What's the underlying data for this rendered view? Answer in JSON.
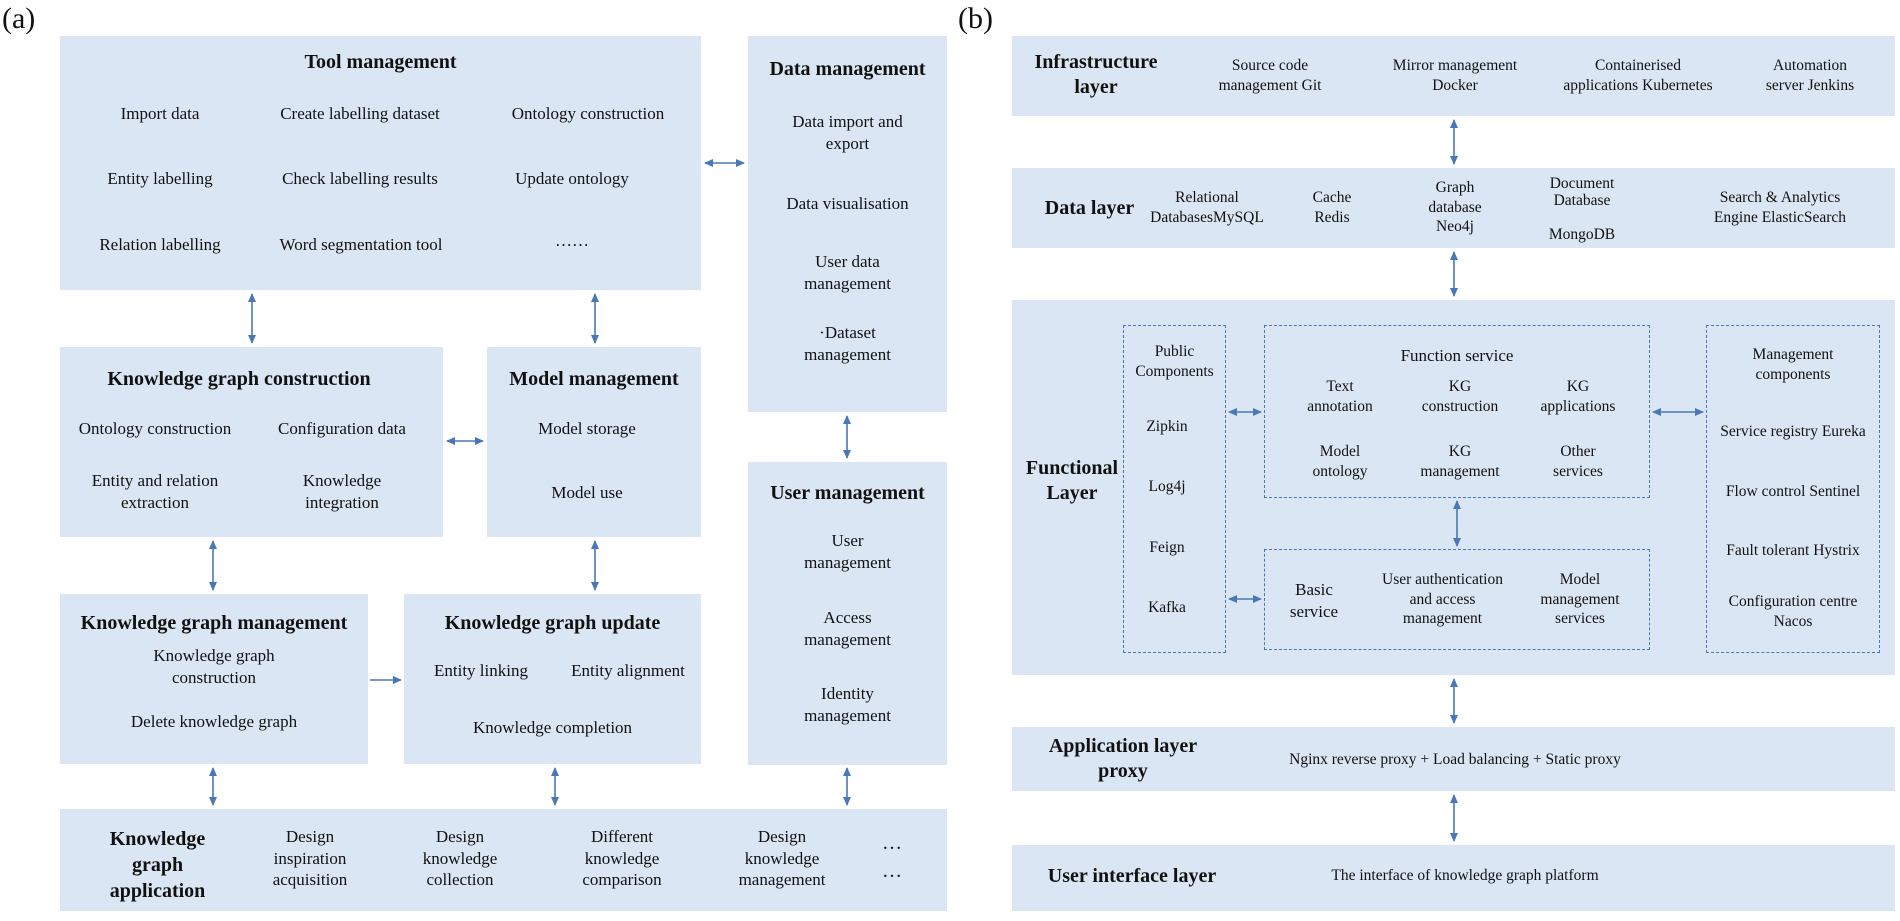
{
  "panel_a": {
    "label": "(a)",
    "tool_management": {
      "title": "Tool management",
      "items": [
        "Import data",
        "Create labelling dataset",
        "Ontology construction",
        "Entity labelling",
        "Check labelling results",
        "Update ontology",
        "Relation labelling",
        "Word segmentation tool",
        "……"
      ]
    },
    "data_management": {
      "title": "Data management",
      "items": [
        "Data import and\nexport",
        "Data visualisation",
        "User data\nmanagement",
        "·Dataset\nmanagement"
      ]
    },
    "kg_construction": {
      "title": "Knowledge graph construction",
      "items": [
        "Ontology construction",
        "Configuration data",
        "Entity and relation\nextraction",
        "Knowledge\nintegration"
      ]
    },
    "model_management": {
      "title": "Model management",
      "items": [
        "Model storage",
        "Model use"
      ]
    },
    "user_management": {
      "title": "User management",
      "items": [
        "User\nmanagement",
        "Access\nmanagement",
        "Identity\nmanagement"
      ]
    },
    "kg_management": {
      "title": "Knowledge graph management",
      "items": [
        "Knowledge graph\nconstruction",
        "Delete knowledge graph"
      ]
    },
    "kg_update": {
      "title": "Knowledge graph update",
      "items": [
        "Entity linking",
        "Entity alignment",
        "Knowledge completion"
      ]
    },
    "kg_application": {
      "title": "Knowledge\ngraph\napplication",
      "items": [
        "Design\ninspiration\nacquisition",
        "Design\nknowledge\ncollection",
        "Different\nknowledge\ncomparison",
        "Design\nknowledge\nmanagement"
      ],
      "ellipsis_1": "…",
      "ellipsis_2": "…"
    }
  },
  "panel_b": {
    "label": "(b)",
    "infrastructure": {
      "title": "Infrastructure\nlayer",
      "items": [
        "Source code\nmanagement Git",
        "Mirror management\nDocker",
        "Containerised\napplications Kubernetes",
        "Automation\nserver Jenkins"
      ]
    },
    "data_layer": {
      "title": "Data layer",
      "items": [
        "Relational\nDatabasesMySQL",
        "Cache\nRedis",
        "Graph\ndatabase\nNeo4j",
        "Document\nDatabase\n\nMongoDB",
        "Search & Analytics\nEngine ElasticSearch"
      ]
    },
    "functional": {
      "title": "Functional\nLayer",
      "public": {
        "title": "Public\nComponents",
        "items": [
          "Zipkin",
          "Log4j",
          "Feign",
          "Kafka"
        ]
      },
      "function_service": {
        "title": "Function service",
        "items": [
          "Text\nannotation",
          "KG\nconstruction",
          "KG\napplications",
          "Model\nontology",
          "KG\nmanagement",
          "Other\nservices"
        ]
      },
      "basic_service": {
        "title": "Basic\nservice",
        "items": [
          "User authentication\nand access\nmanagement",
          "Model\nmanagement\nservices"
        ]
      },
      "management": {
        "title": "Management\ncomponents",
        "items": [
          "Service registry Eureka",
          "Flow control Sentinel",
          "Fault tolerant  Hystrix",
          "Configuration centre\nNacos"
        ]
      }
    },
    "app_proxy": {
      "title": "Application layer\nproxy",
      "text": "Nginx reverse proxy + Load balancing + Static proxy"
    },
    "ui_layer": {
      "title": "User interface layer",
      "text": "The interface of knowledge graph platform"
    }
  },
  "colors": {
    "box_fill": "#dbe6f4",
    "arrow": "#4a78b6"
  }
}
